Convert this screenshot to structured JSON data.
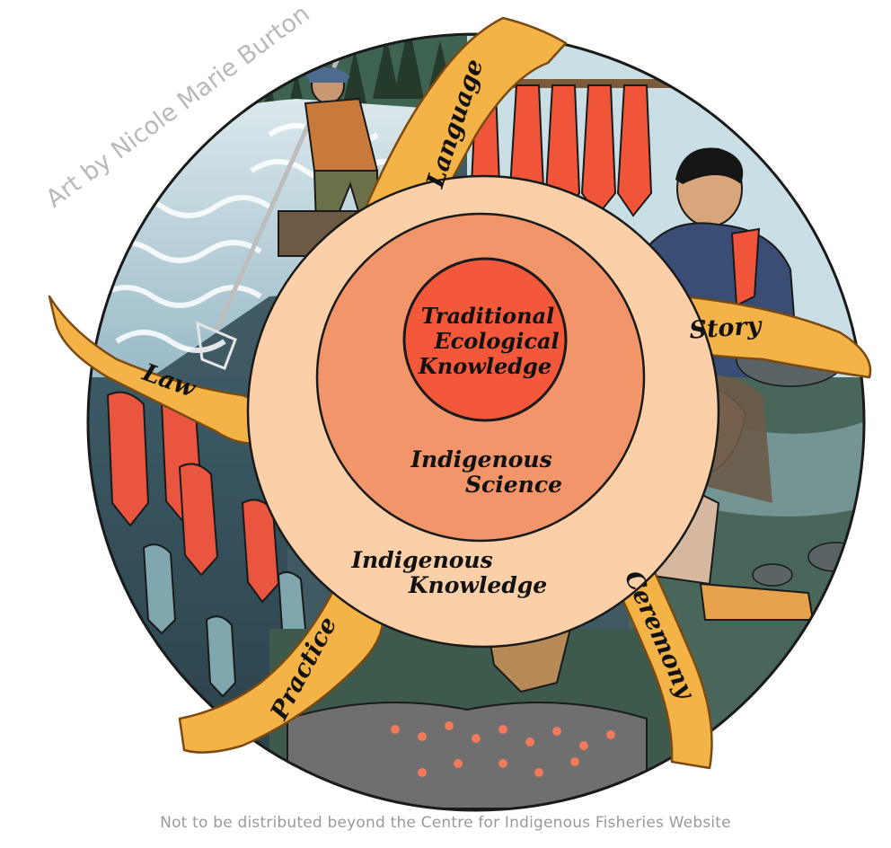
{
  "credit": "Art by Nicole Marie Burton",
  "disclaimer": "Not to be distributed beyond the Centre for Indigenous Fisheries Website",
  "core": {
    "inner": [
      "Traditional",
      "Ecological",
      "Knowledge"
    ],
    "middle": [
      "Indigenous",
      "Science"
    ],
    "outer": [
      "Indigenous",
      "Knowledge"
    ]
  },
  "ribbons": [
    "Language",
    "Story",
    "Ceremony",
    "Practice",
    "Law"
  ],
  "colors": {
    "ribbon": "#f4b347",
    "ribbon_edge": "#7a4a12",
    "outer_ring": "#fbcfa8",
    "middle_ring": "#f2956a",
    "inner_circle": "#f4583a",
    "water_dark": "#2f4a50",
    "sky": "#c8dde3"
  }
}
